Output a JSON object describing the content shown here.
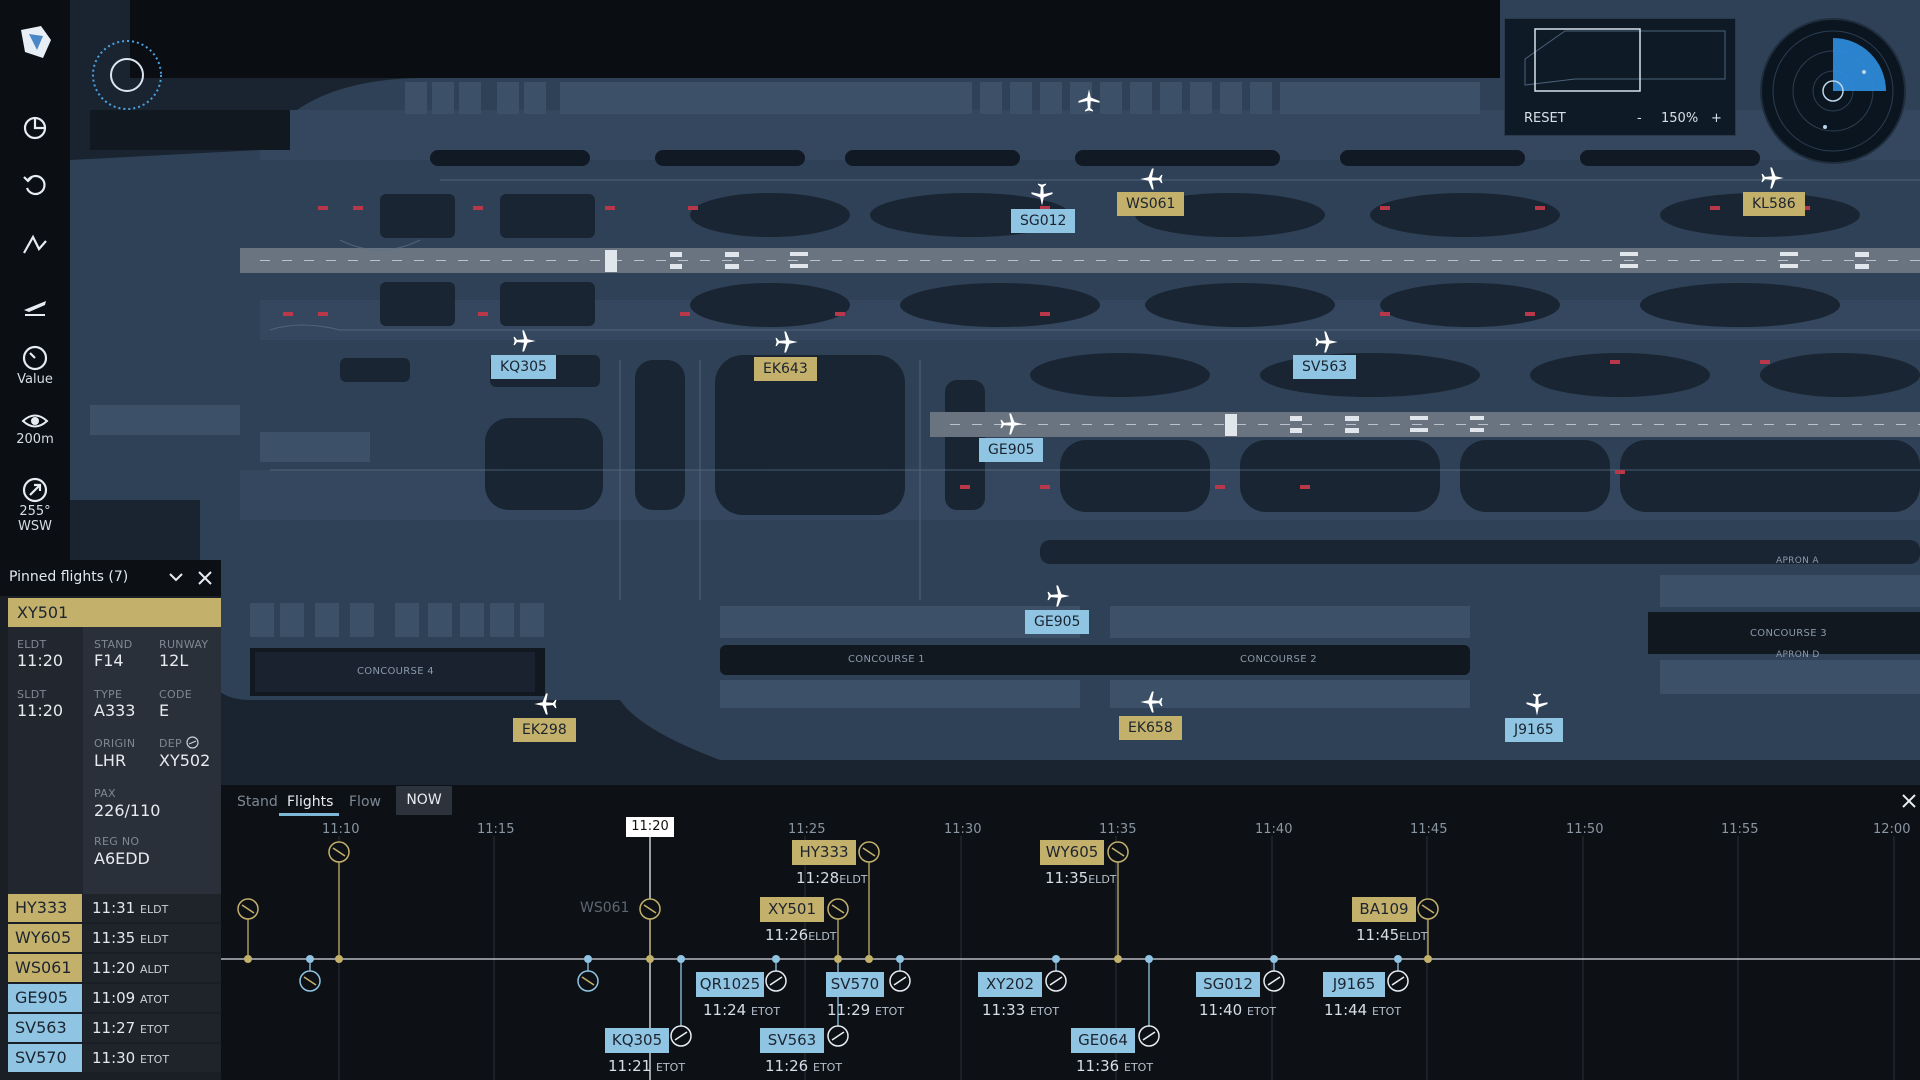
{
  "rail": {
    "items": [
      {
        "name": "logo",
        "label": ""
      },
      {
        "name": "pie-chart-icon",
        "label": ""
      },
      {
        "name": "undo-icon",
        "label": ""
      },
      {
        "name": "chart-line-icon",
        "label": ""
      },
      {
        "name": "takeoff-icon",
        "label": ""
      },
      {
        "name": "gauge-icon",
        "label": "Value"
      },
      {
        "name": "eye-icon",
        "label": "200m"
      },
      {
        "name": "compass-icon",
        "label": "255°\nWSW"
      }
    ],
    "value_label": "Value",
    "vis_label": "200m",
    "wind_deg": "255°",
    "wind_dir": "WSW"
  },
  "minimap": {
    "reset": "RESET",
    "minus": "-",
    "zoom": "150%",
    "plus": "+"
  },
  "map_flights": [
    {
      "id": "WS061",
      "color": "gold"
    },
    {
      "id": "SG012",
      "color": "blue"
    },
    {
      "id": "KL586",
      "color": "gold"
    },
    {
      "id": "KQ305",
      "color": "blue"
    },
    {
      "id": "EK643",
      "color": "gold"
    },
    {
      "id": "SV563",
      "color": "blue"
    },
    {
      "id": "GE905",
      "color": "blue"
    },
    {
      "id": "GE905",
      "color": "blue"
    },
    {
      "id": "EK298",
      "color": "gold"
    },
    {
      "id": "EK658",
      "color": "gold"
    },
    {
      "id": "J9165",
      "color": "blue"
    }
  ],
  "concourses": [
    "CONCOURSE 4",
    "CONCOURSE 1",
    "CONCOURSE 2",
    "CONCOURSE 3",
    "APRON A",
    "APRON D"
  ],
  "pinned": {
    "title": "Pinned flights (7)",
    "selected": "XY501",
    "details": {
      "eldt_label": "ELDT",
      "eldt": "11:20",
      "stand_label": "STAND",
      "stand": "F14",
      "runway_label": "RUNWAY",
      "runway": "12L",
      "sldt_label": "SLDT",
      "sldt": "11:20",
      "type_label": "TYPE",
      "type": "A333",
      "code_label": "CODE",
      "code": "E",
      "origin_label": "ORIGIN",
      "origin": "LHR",
      "dep_label": "DEP",
      "dep": "XY502",
      "pax_label": "PAX",
      "pax": "226/110",
      "reg_label": "REG NO",
      "reg": "A6EDD"
    },
    "list": [
      {
        "id": "HY333",
        "time": "11:31",
        "kind": "ELDT",
        "color": "gold"
      },
      {
        "id": "WY605",
        "time": "11:35",
        "kind": "ELDT",
        "color": "gold"
      },
      {
        "id": "WS061",
        "time": "11:20",
        "kind": "ALDT",
        "color": "gold"
      },
      {
        "id": "GE905",
        "time": "11:09",
        "kind": "ATOT",
        "color": "blue"
      },
      {
        "id": "SV563",
        "time": "11:27",
        "kind": "ETOT",
        "color": "blue"
      },
      {
        "id": "SV570",
        "time": "11:30",
        "kind": "ETOT",
        "color": "blue"
      }
    ]
  },
  "timeline": {
    "tabs": [
      "Stand",
      "Flights",
      "Flow"
    ],
    "active_tab": "Flights",
    "now_button": "NOW",
    "now_time": "11:20",
    "ticks": [
      "11:10",
      "11:15",
      "11:20",
      "11:25",
      "11:30",
      "11:35",
      "11:40",
      "11:45",
      "11:50",
      "11:55",
      "12:00"
    ],
    "ghost_label": "WS061",
    "events": [
      {
        "id": "HY333",
        "time": "11:28",
        "kind": "ELDT",
        "color": "gold"
      },
      {
        "id": "WY605",
        "time": "11:35",
        "kind": "ELDT",
        "color": "gold"
      },
      {
        "id": "XY501",
        "time": "11:26",
        "kind": "ELDT",
        "color": "gold"
      },
      {
        "id": "BA109",
        "time": "11:45",
        "kind": "ELDT",
        "color": "gold"
      },
      {
        "id": "QR1025",
        "time": "11:24",
        "kind": "ETOT",
        "color": "blue"
      },
      {
        "id": "SV570",
        "time": "11:29",
        "kind": "ETOT",
        "color": "blue"
      },
      {
        "id": "XY202",
        "time": "11:33",
        "kind": "ETOT",
        "color": "blue"
      },
      {
        "id": "SG012",
        "time": "11:40",
        "kind": "ETOT",
        "color": "blue"
      },
      {
        "id": "J9165",
        "time": "11:44",
        "kind": "ETOT",
        "color": "blue"
      },
      {
        "id": "KQ305",
        "time": "11:21",
        "kind": "ETOT",
        "color": "blue"
      },
      {
        "id": "SV563",
        "time": "11:26",
        "kind": "ETOT",
        "color": "blue"
      },
      {
        "id": "GE064",
        "time": "11:36",
        "kind": "ETOT",
        "color": "blue"
      }
    ]
  },
  "colors": {
    "gold": "#c3b06a",
    "blue": "#8fc5e3",
    "map_bg": "#2f4157",
    "taxi": "#3b4e65"
  }
}
